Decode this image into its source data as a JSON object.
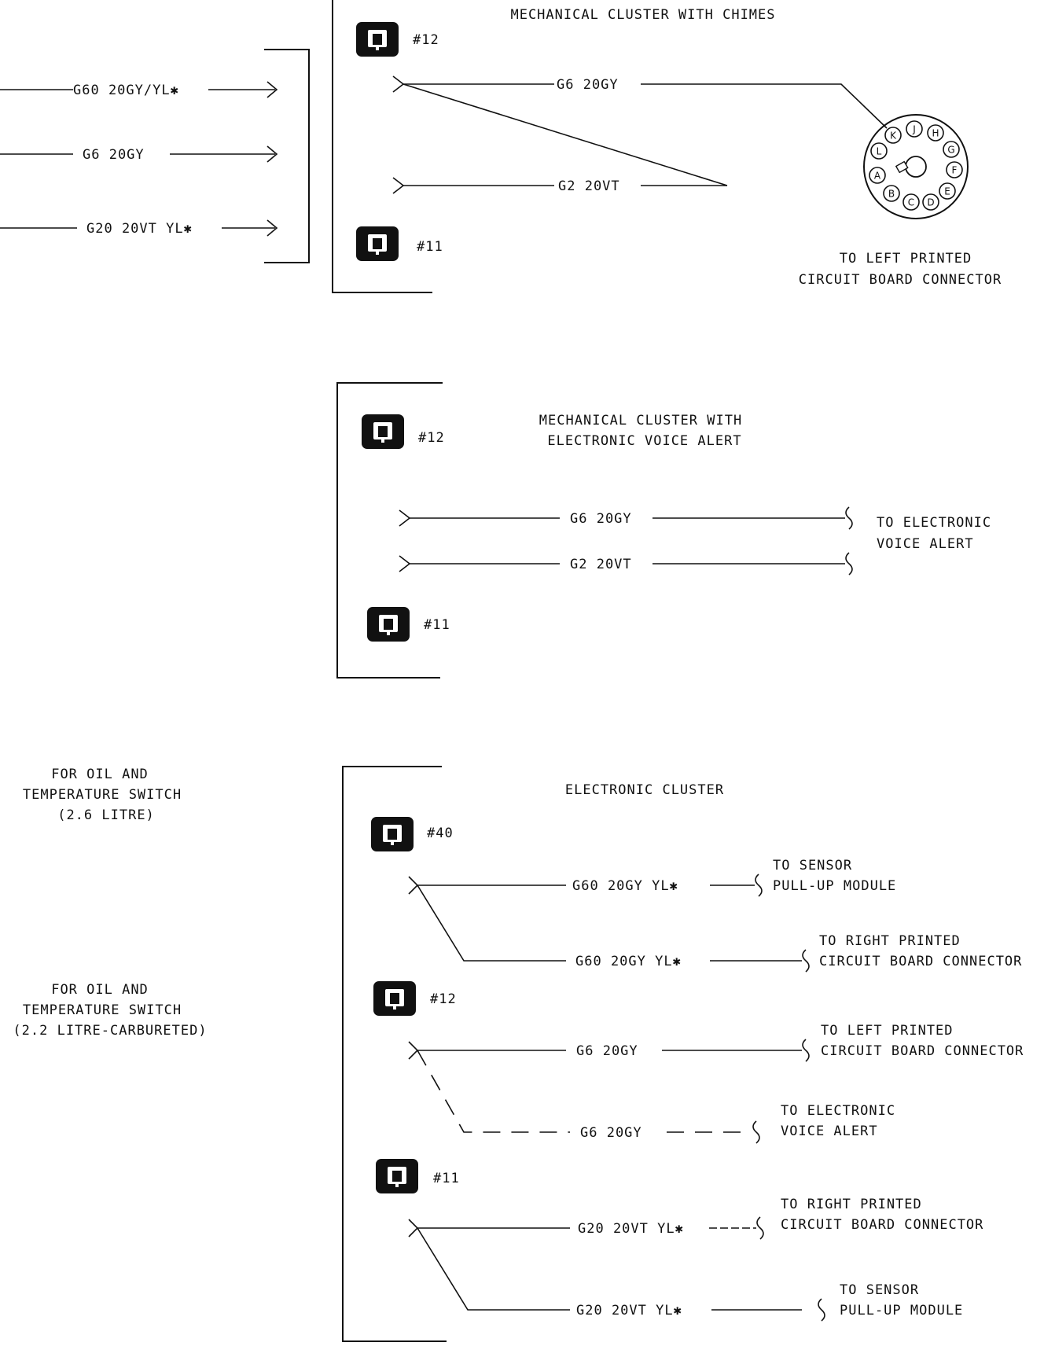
{
  "left_inputs": {
    "wire_1": "G60 20GY/YL✱",
    "wire_2": "G6 20GY",
    "wire_3": "G20 20VT YL✱"
  },
  "chimes": {
    "title": "MECHANICAL CLUSTER WITH CHIMES",
    "conn_top": "#12",
    "conn_bottom": "#11",
    "wire_g6": "G6 20GY",
    "wire_g2": "G2 20VT",
    "dest_line1": "TO LEFT PRINTED",
    "dest_line2": "CIRCUIT BOARD CONNECTOR",
    "pins": [
      "K",
      "J",
      "H",
      "L",
      "G",
      "A",
      "F",
      "B",
      "E",
      "C",
      "D"
    ]
  },
  "voice": {
    "title_line1": "MECHANICAL CLUSTER WITH",
    "title_line2": "ELECTRONIC VOICE ALERT",
    "conn_top": "#12",
    "conn_bottom": "#11",
    "wire_g6": "G6 20GY",
    "wire_g2": "G2 20VT",
    "dest_line1": "TO ELECTRONIC",
    "dest_line2": "VOICE ALERT"
  },
  "notes": {
    "note1_line1": "FOR OIL AND",
    "note1_line2": "TEMPERATURE SWITCH",
    "note1_line3": "(2.6 LITRE)",
    "note2_line1": "FOR OIL AND",
    "note2_line2": "TEMPERATURE SWITCH",
    "note2_line3": "(2.2 LITRE-CARBURETED)"
  },
  "electronic": {
    "title": "ELECTRONIC CLUSTER",
    "conn_40": "#40",
    "conn_12": "#12",
    "conn_11": "#11",
    "w1": "G60 20GY YL✱",
    "w1_dest1": "TO SENSOR",
    "w1_dest2": "PULL-UP MODULE",
    "w2": "G60 20GY YL✱",
    "w2_dest1": "TO RIGHT PRINTED",
    "w2_dest2": "CIRCUIT BOARD CONNECTOR",
    "w3": "G6 20GY",
    "w3_dest1": "TO LEFT PRINTED",
    "w3_dest2": "CIRCUIT BOARD CONNECTOR",
    "w4": "G6 20GY",
    "w4_dest1": "TO ELECTRONIC",
    "w4_dest2": "VOICE ALERT",
    "w5": "G20 20VT YL✱",
    "w5_dest1": "TO RIGHT PRINTED",
    "w5_dest2": "CIRCUIT BOARD CONNECTOR",
    "w6": "G20 20VT YL✱",
    "w6_dest1": "TO SENSOR",
    "w6_dest2": "PULL-UP MODULE"
  }
}
